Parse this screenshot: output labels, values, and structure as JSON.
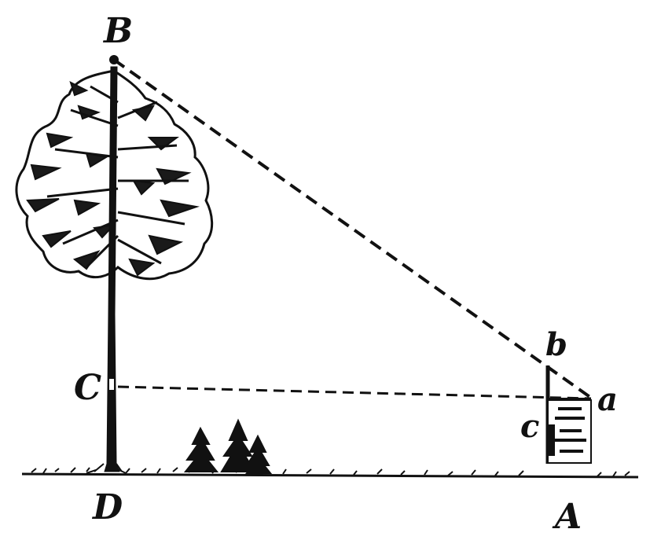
{
  "diagram": {
    "points": {
      "B": "B",
      "C": "C",
      "D": "D",
      "A": "A",
      "b": "b",
      "a": "a",
      "c": "c"
    },
    "colors": {
      "ink": "#111111",
      "foliage": "#1a1a1a",
      "background": "#ffffff"
    }
  }
}
